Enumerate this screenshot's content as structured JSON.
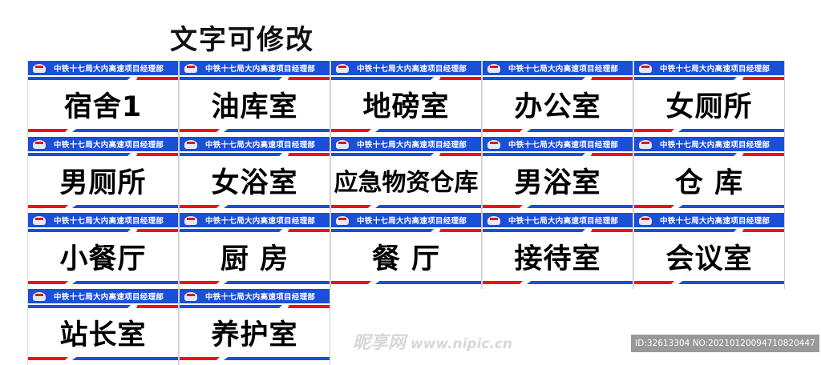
{
  "title": "文字可修改",
  "header_text": "中铁十七局大内高速项目经理部",
  "colors": {
    "blue": "#1a4fd8",
    "red": "#e8141c"
  },
  "signs": [
    "宿舍1",
    "油库室",
    "地磅室",
    "办公室",
    "女厕所",
    "男厕所",
    "女浴室",
    "应急物资仓库",
    "男浴室",
    "仓 库",
    "小餐厅",
    "厨 房",
    "餐 厅",
    "接待室",
    "会议室",
    "站长室",
    "养护室"
  ],
  "watermark": {
    "logo": "昵享网",
    "url": "www.nipic.cn"
  },
  "image_id": "ID:32613304 NO:20210120094710820447"
}
